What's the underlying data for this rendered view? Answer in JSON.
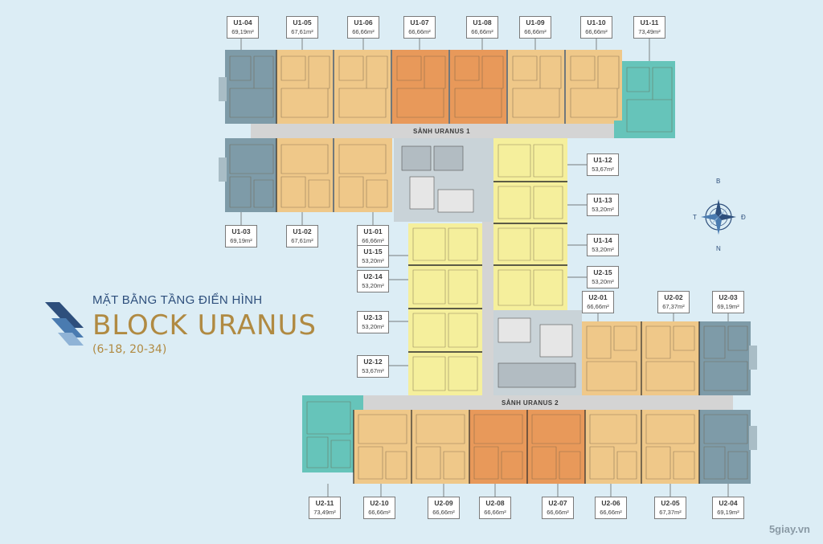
{
  "title": {
    "line1": "MẶT BẰNG TẦNG ĐIỂN HÌNH",
    "line2": "BLOCK URANUS",
    "line3": "(6-18, 20-34)"
  },
  "lobbies": {
    "lobby1": "SẢNH URANUS 1",
    "lobby2": "SẢNH URANUS 2"
  },
  "compass": {
    "north": "B",
    "south": "N",
    "west": "T",
    "east": "Đ"
  },
  "watermark": "5giay.vn",
  "colors": {
    "background": "#dcedf5",
    "corridor": "#d4d4d4",
    "unit_blue": "#7e9ba8",
    "unit_teal": "#66c4ba",
    "unit_light_orange": "#efc889",
    "unit_orange": "#e8995a",
    "unit_yellow": "#f5ef9c",
    "title_blue": "#2e4f7c",
    "title_gold": "#b08a42"
  },
  "units": {
    "u1_04": {
      "name": "U1-04",
      "area": "69,19m²"
    },
    "u1_05": {
      "name": "U1-05",
      "area": "67,61m²"
    },
    "u1_06": {
      "name": "U1-06",
      "area": "66,66m²"
    },
    "u1_07": {
      "name": "U1-07",
      "area": "66,66m²"
    },
    "u1_08": {
      "name": "U1-08",
      "area": "66,66m²"
    },
    "u1_09": {
      "name": "U1-09",
      "area": "66,66m²"
    },
    "u1_10": {
      "name": "U1-10",
      "area": "66,66m²"
    },
    "u1_11": {
      "name": "U1-11",
      "area": "73,49m²"
    },
    "u1_03": {
      "name": "U1-03",
      "area": "69,19m²"
    },
    "u1_02": {
      "name": "U1-02",
      "area": "67,61m²"
    },
    "u1_01": {
      "name": "U1-01",
      "area": "66,66m²"
    },
    "u1_12": {
      "name": "U1-12",
      "area": "53,67m²"
    },
    "u1_13": {
      "name": "U1-13",
      "area": "53,20m²"
    },
    "u1_14": {
      "name": "U1-14",
      "area": "53,20m²"
    },
    "u1_15": {
      "name": "U1-15",
      "area": "53,20m²"
    },
    "u2_15": {
      "name": "U2-15",
      "area": "53,20m²"
    },
    "u2_14": {
      "name": "U2-14",
      "area": "53,20m²"
    },
    "u2_13": {
      "name": "U2-13",
      "area": "53,20m²"
    },
    "u2_12": {
      "name": "U2-12",
      "area": "53,67m²"
    },
    "u2_01": {
      "name": "U2-01",
      "area": "66,66m²"
    },
    "u2_02": {
      "name": "U2-02",
      "area": "67,37m²"
    },
    "u2_03": {
      "name": "U2-03",
      "area": "69,19m²"
    },
    "u2_11": {
      "name": "U2-11",
      "area": "73,49m²"
    },
    "u2_10": {
      "name": "U2-10",
      "area": "66,66m²"
    },
    "u2_09": {
      "name": "U2-09",
      "area": "66,66m²"
    },
    "u2_08": {
      "name": "U2-08",
      "area": "66,66m²"
    },
    "u2_07": {
      "name": "U2-07",
      "area": "66,66m²"
    },
    "u2_06": {
      "name": "U2-06",
      "area": "66,66m²"
    },
    "u2_05": {
      "name": "U2-05",
      "area": "67,37m²"
    },
    "u2_04": {
      "name": "U2-04",
      "area": "69,19m²"
    }
  }
}
